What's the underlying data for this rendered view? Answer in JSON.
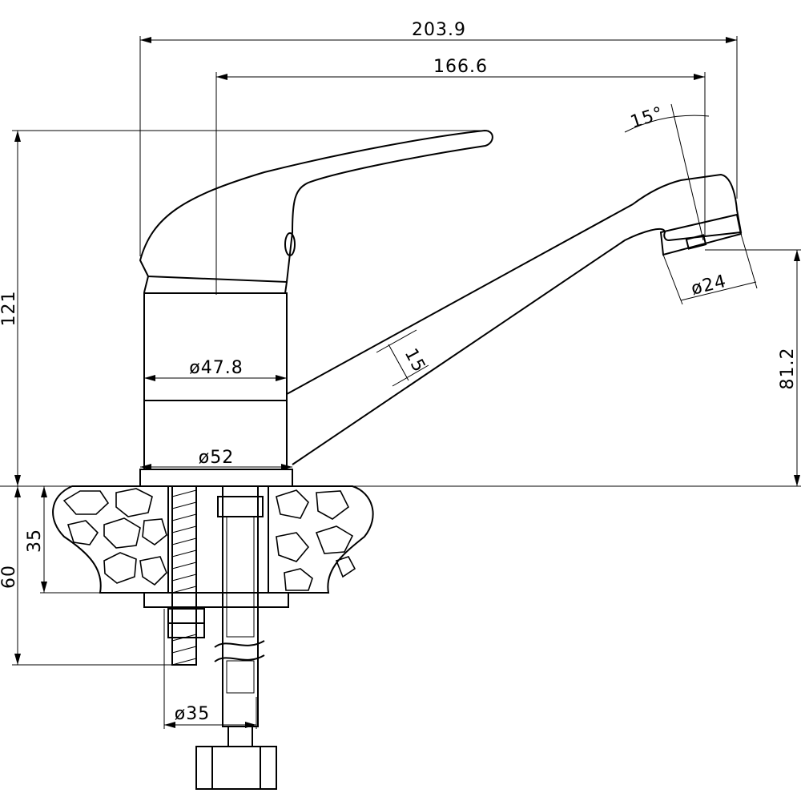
{
  "drawing": {
    "title": "Faucet dimension drawing",
    "dimensions": {
      "overall_length": "203.9",
      "spout_reach": "166.6",
      "aerator_angle": "15°",
      "total_height": "121",
      "body_diameter": "ø47.8",
      "spout_thickness": "15",
      "aerator_diameter": "ø24",
      "spout_height": "81.2",
      "base_diameter": "ø52",
      "countertop_thickness": "35",
      "mount_depth": "60",
      "mount_hole_diameter": "ø35"
    },
    "line_color": "#000000",
    "background_color": "#ffffff"
  }
}
